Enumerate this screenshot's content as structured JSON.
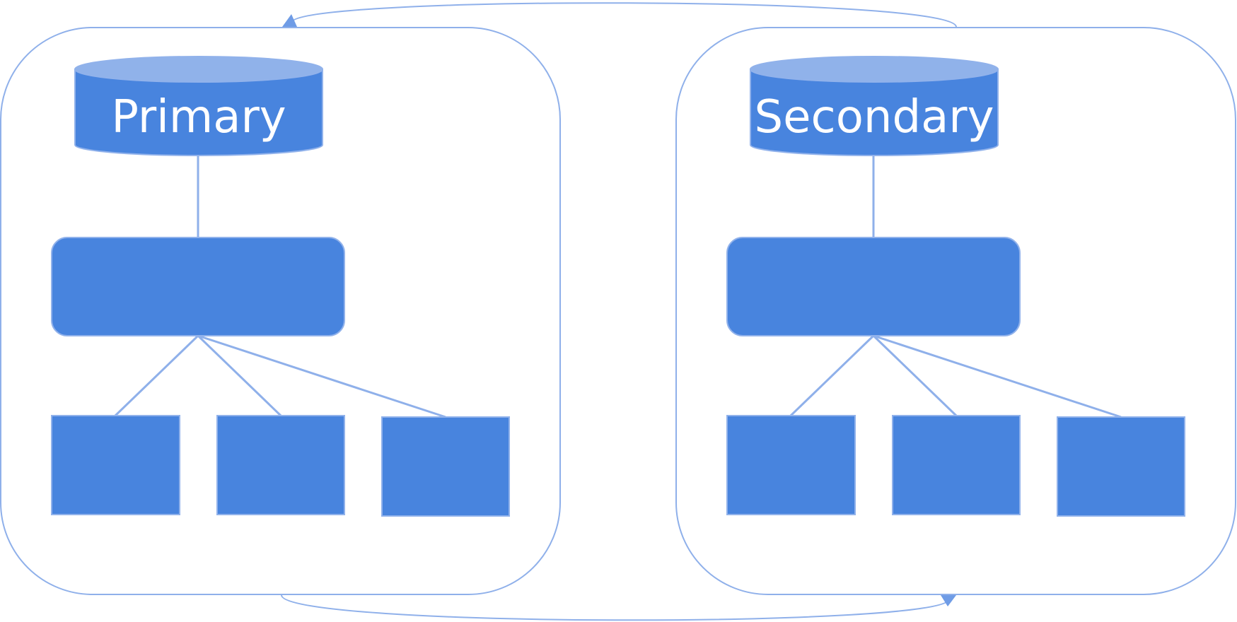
{
  "colors": {
    "node_fill": "#4884DE",
    "node_stroke": "#91B2EB",
    "db_top_fill": "#90B2EA",
    "connector": "#8FB0EA",
    "container_stroke": "#8FB0EA",
    "background": "#FFFFFF"
  },
  "clusters": [
    {
      "db_label": "Primary"
    },
    {
      "db_label": "Secondary"
    }
  ],
  "replication_arrows": [
    {
      "from": "Secondary",
      "to": "Primary"
    },
    {
      "from": "Primary",
      "to": "Secondary"
    }
  ]
}
